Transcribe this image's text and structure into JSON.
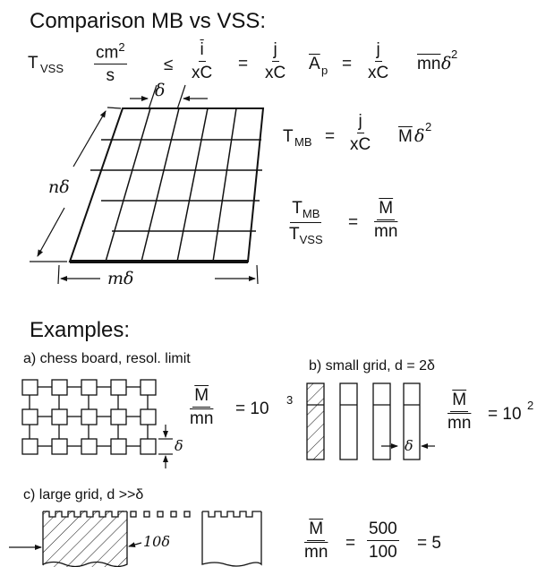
{
  "title": "Comparison MB vs VSS:",
  "formula1": {
    "lhs": "T",
    "lhs_sub": "VSS",
    "unit_num": "cm",
    "unit_num_sup": "2",
    "unit_den": "s",
    "le": "≤",
    "f1_num": "i",
    "f1_den": "xC",
    "eq": "=",
    "f2_num": "j",
    "f2_den": "xC",
    "ap": "A",
    "ap_sub": "p",
    "eq2": "=",
    "f3_num": "j",
    "f3_den": "xC",
    "mn": "mn",
    "delta2": "δ",
    "sup2": "2"
  },
  "grid": {
    "delta_label": "δ",
    "height_label": "nδ",
    "width_label": "mδ",
    "rows": 5,
    "cols": 5
  },
  "formula2": {
    "lhs": "T",
    "lhs_sub": "MB",
    "eq": "=",
    "num": "j",
    "den": "xC",
    "m": "M",
    "delta": "δ",
    "sup": "2"
  },
  "formula3": {
    "num": "T",
    "num_sub": "MB",
    "den": "T",
    "den_sub": "VSS",
    "eq": "=",
    "rnum": "M",
    "rden": "mn"
  },
  "examples": {
    "heading": "Examples:",
    "a": {
      "label": "a) chess board, resol. limit",
      "num": "M",
      "den": "mn",
      "value": "= 10",
      "exp": "3",
      "delta": "δ"
    },
    "b": {
      "label": "b) small grid, d = 2δ",
      "num": "M",
      "den": "mn",
      "value": "= 10",
      "exp": "2",
      "delta": "δ"
    },
    "c": {
      "label": "c) large grid, d >>δ",
      "num": "M",
      "den": "mn",
      "eq1": "=",
      "f_num": "500",
      "f_den": "100",
      "result": "= 5",
      "dim": "10δ"
    }
  }
}
